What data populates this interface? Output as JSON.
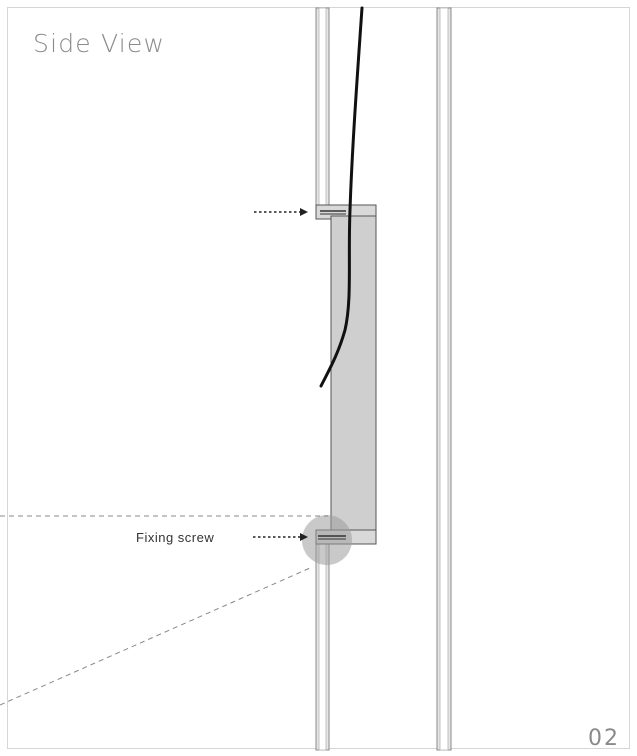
{
  "title": "Side View",
  "page_number": "02",
  "annotation": {
    "fixing_screw": "Fixing screw"
  },
  "colors": {
    "frame_border": "#d6d6d6",
    "panel_fill": "#cfcfcf",
    "callout_circle": "#9d9d9d",
    "cable": "#111111",
    "rail": "#c8c8c8"
  }
}
